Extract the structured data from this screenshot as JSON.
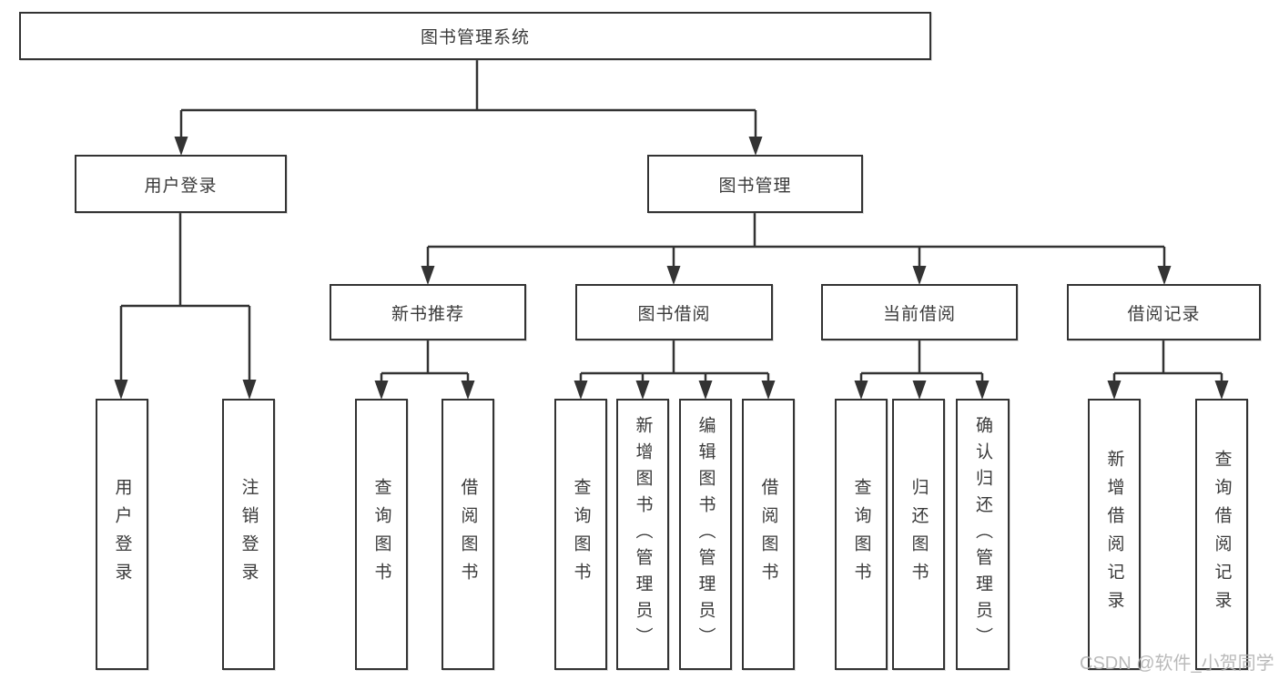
{
  "diagram": {
    "root": {
      "label": "图书管理系统"
    },
    "branches": [
      {
        "label": "用户登录",
        "children": [
          {
            "label": "用户登录"
          },
          {
            "label": "注销登录"
          }
        ]
      },
      {
        "label": "图书管理",
        "groups": [
          {
            "label": "新书推荐",
            "children": [
              {
                "label": "查询图书"
              },
              {
                "label": "借阅图书"
              }
            ]
          },
          {
            "label": "图书借阅",
            "children": [
              {
                "label": "查询图书"
              },
              {
                "label": "新增图书（管理员）"
              },
              {
                "label": "编辑图书（管理员）"
              },
              {
                "label": "借阅图书"
              }
            ]
          },
          {
            "label": "当前借阅",
            "children": [
              {
                "label": "查询图书"
              },
              {
                "label": "归还图书"
              },
              {
                "label": "确认归还（管理员）"
              }
            ]
          },
          {
            "label": "借阅记录",
            "children": [
              {
                "label": "新增借阅记录"
              },
              {
                "label": "查询借阅记录"
              }
            ]
          }
        ]
      }
    ]
  },
  "watermark": {
    "text": "CSDN @软件_小贺同学"
  },
  "colors": {
    "line": "#333333",
    "text": "#3a3a3a",
    "background": "#ffffff",
    "watermark": "#b3b3b3"
  }
}
